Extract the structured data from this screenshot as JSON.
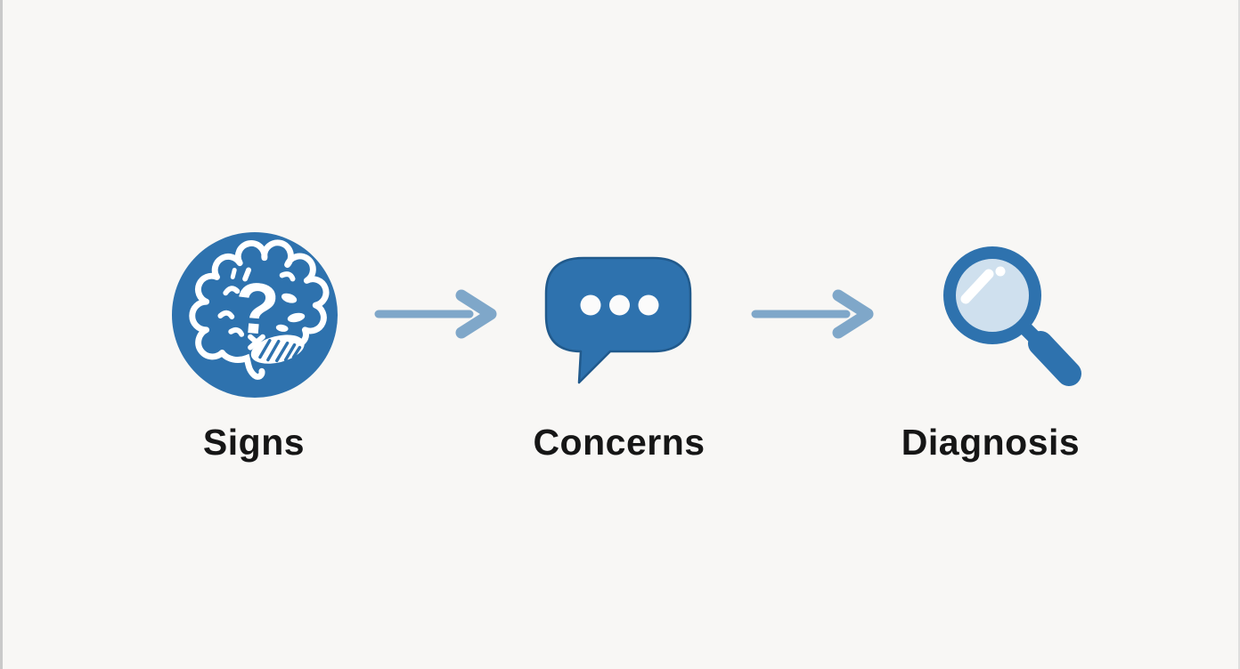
{
  "diagram": {
    "title": "Signs to Concerns to Diagnosis flow",
    "steps": [
      {
        "label": "Signs",
        "icon": "brain-question-icon"
      },
      {
        "label": "Concerns",
        "icon": "speech-bubble-icon"
      },
      {
        "label": "Diagnosis",
        "icon": "magnifying-glass-icon"
      }
    ],
    "connectors": [
      {
        "type": "arrow-right"
      },
      {
        "type": "arrow-right"
      }
    ]
  },
  "colors": {
    "primary": "#2e72ae",
    "arrow": "#7fa7c9",
    "lens": "#cfe0ee",
    "dot": "#fbfbfb",
    "outline": "#215a8c",
    "text": "#161616",
    "background": "#f8f7f5"
  }
}
